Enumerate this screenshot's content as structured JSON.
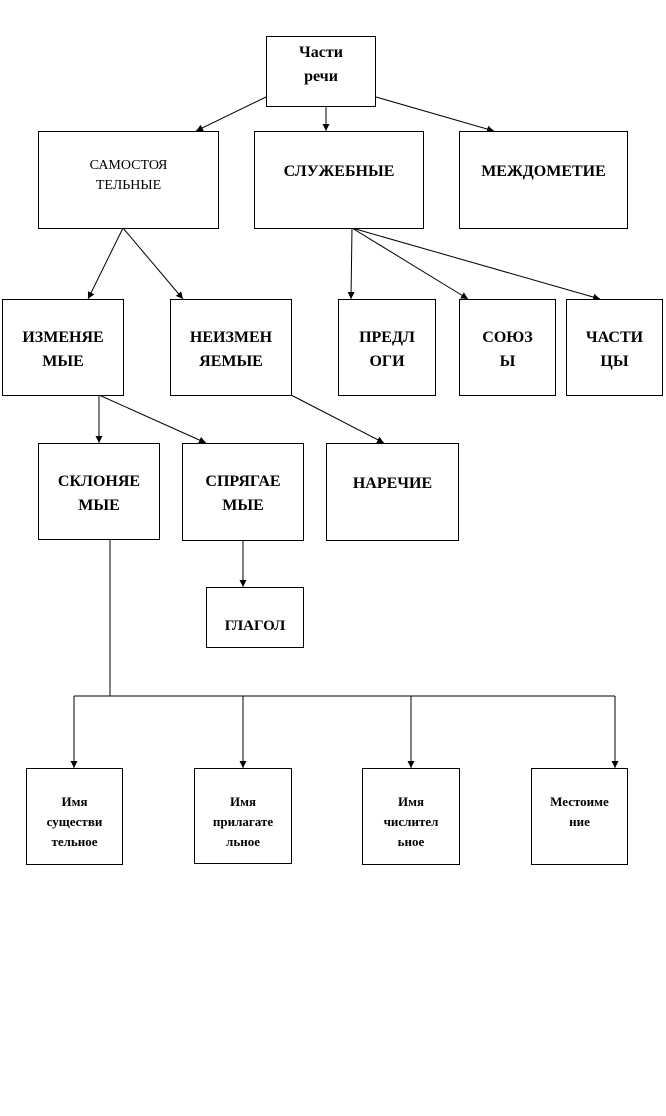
{
  "diagram": {
    "root": {
      "lines": [
        "Части",
        "речи"
      ]
    },
    "level1": [
      {
        "lines": [
          "САМОСТОЯ",
          "ТЕЛЬНЫЕ"
        ]
      },
      {
        "lines": [
          "СЛУЖЕБНЫЕ"
        ]
      },
      {
        "lines": [
          "МЕЖДОМЕТИЕ"
        ]
      }
    ],
    "level2": [
      {
        "lines": [
          "ИЗМЕНЯЕ",
          "МЫЕ"
        ]
      },
      {
        "lines": [
          "НЕИЗМЕН",
          "ЯЕМЫЕ"
        ]
      },
      {
        "lines": [
          "ПРЕДЛ",
          "ОГИ"
        ]
      },
      {
        "lines": [
          "СОЮЗ",
          "Ы"
        ]
      },
      {
        "lines": [
          "ЧАСТИ",
          "ЦЫ"
        ]
      }
    ],
    "level3": [
      {
        "lines": [
          "СКЛОНЯЕ",
          "МЫЕ"
        ]
      },
      {
        "lines": [
          "СПРЯГАЕ",
          "МЫЕ"
        ]
      },
      {
        "lines": [
          "НАРЕЧИЕ"
        ]
      }
    ],
    "verb": {
      "lines": [
        "ГЛАГОЛ"
      ]
    },
    "nominal": [
      {
        "lines": [
          "Имя",
          "существи",
          "тельное"
        ]
      },
      {
        "lines": [
          "Имя",
          "прилагате",
          "льное"
        ]
      },
      {
        "lines": [
          "Имя",
          "числител",
          "ьное"
        ]
      },
      {
        "lines": [
          "Местоиме",
          "ние"
        ]
      }
    ]
  }
}
